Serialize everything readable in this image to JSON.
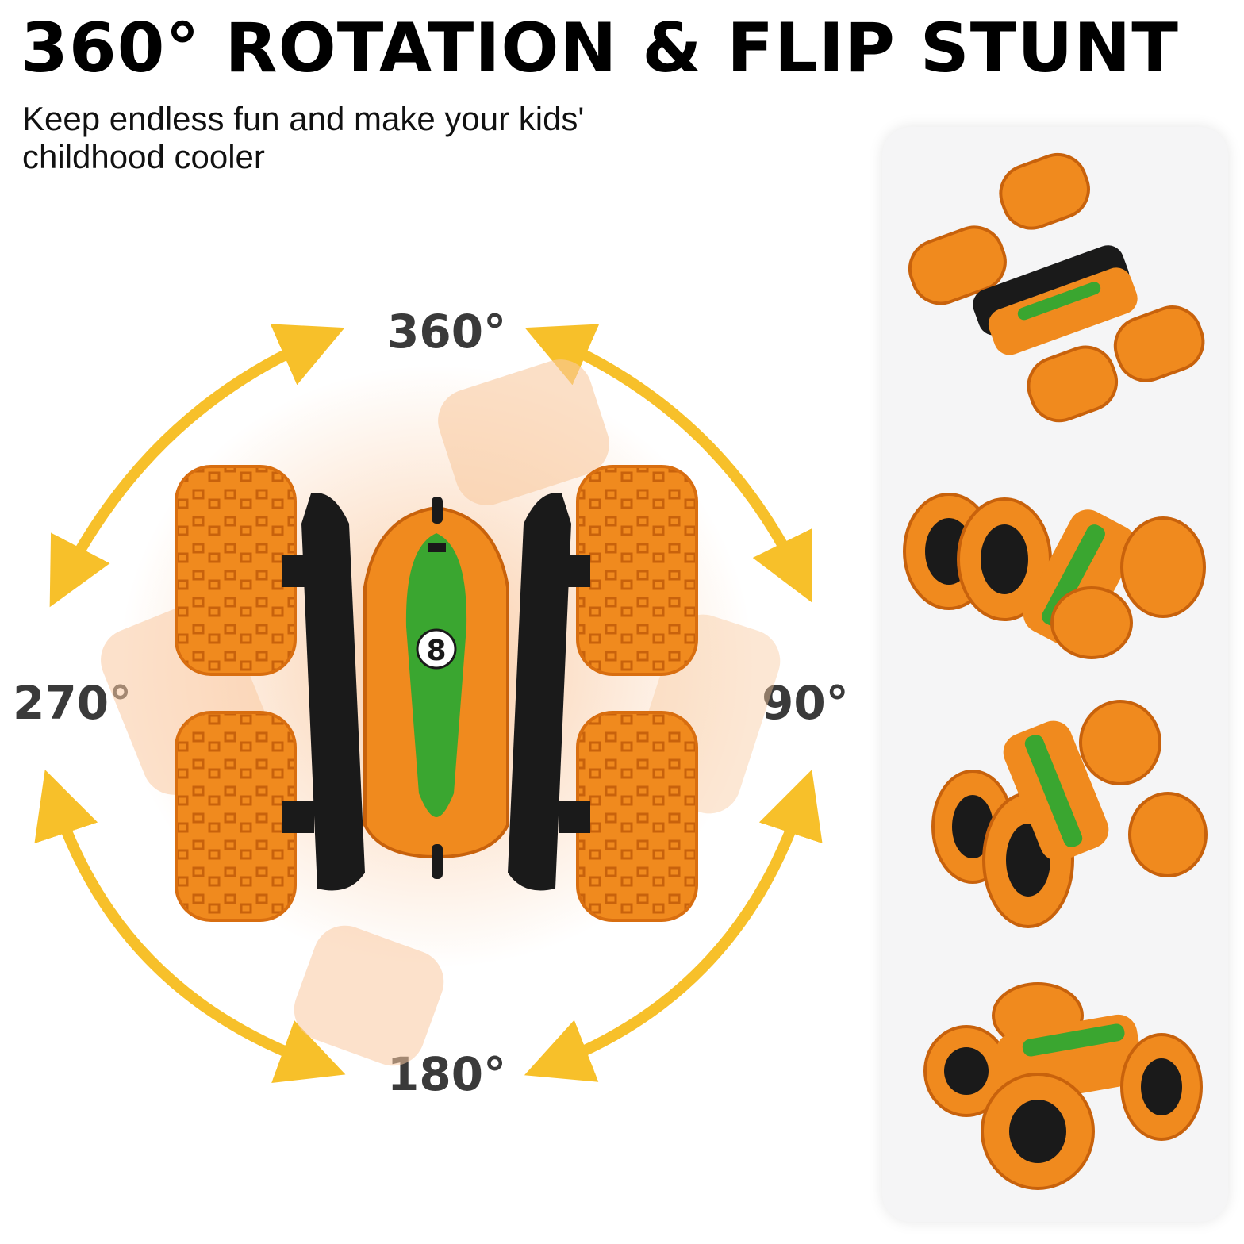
{
  "header": {
    "title": "360° ROTATION & FLIP STUNT",
    "subtitle_line1": "Keep endless fun and make your kids'",
    "subtitle_line2": "childhood cooler"
  },
  "rotation_labels": {
    "top": "360°",
    "right": "90°",
    "bottom": "180°",
    "left": "270°"
  },
  "car": {
    "number_badge": "8",
    "colors": {
      "tire": "#f08a1e",
      "tire_dark": "#d86e10",
      "body_green": "#3aa630",
      "chassis": "#1a1a1a",
      "arrow": "#f7c02a"
    }
  },
  "side_panel": {
    "stunt_poses": [
      "stunt-pose-1",
      "stunt-pose-2",
      "stunt-pose-3",
      "stunt-pose-4"
    ]
  }
}
